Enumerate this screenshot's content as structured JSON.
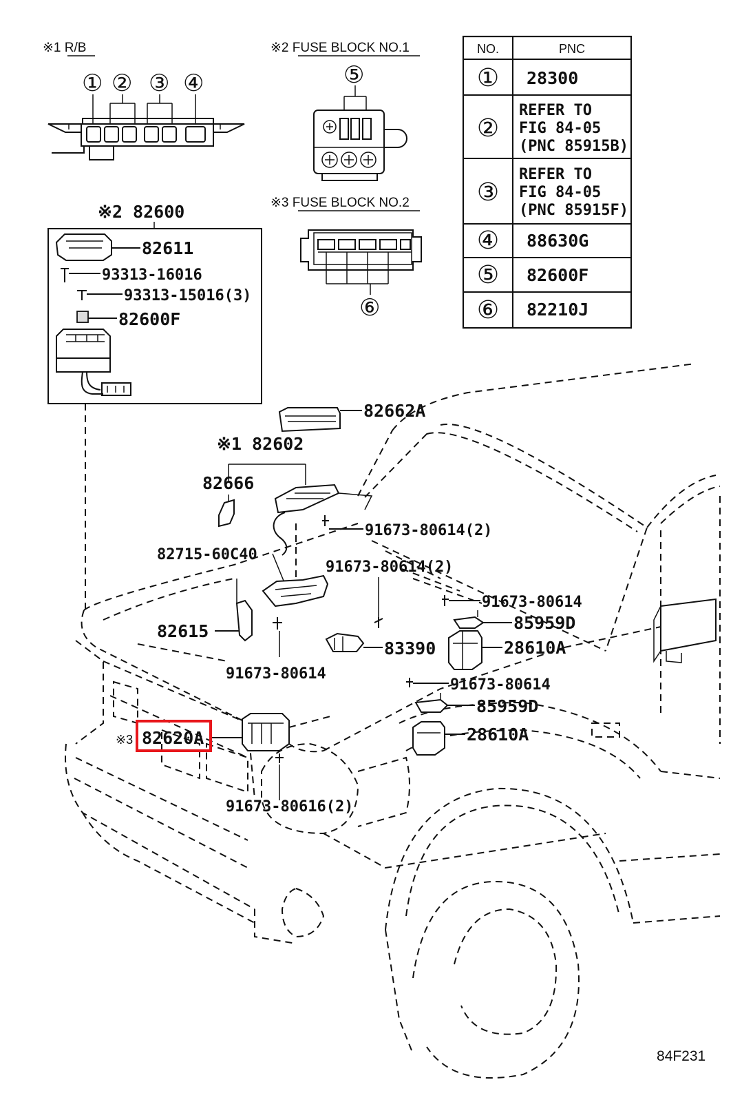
{
  "callouts": {
    "rb": "※1 R/B",
    "fuse1": "※2 FUSE BLOCK NO.1",
    "fuse2": "※3 FUSE BLOCK NO.2",
    "n1": "①",
    "n2": "②",
    "n3": "③",
    "n4": "④",
    "n5": "⑤",
    "n6": "⑥"
  },
  "box": {
    "title": "※2 82600",
    "p82611": "82611",
    "p93313a": "93313-16016",
    "p93313b": "93313-15016(3)",
    "p82600f": "82600F"
  },
  "table": {
    "col_no": "NO.",
    "col_pnc": "PNC",
    "rows": [
      {
        "no": "①",
        "lines": [
          "28300"
        ]
      },
      {
        "no": "②",
        "lines": [
          "REFER TO",
          "FIG 84-05",
          "(PNC 85915B)"
        ]
      },
      {
        "no": "③",
        "lines": [
          "REFER TO",
          "FIG 84-05",
          "(PNC 85915F)"
        ]
      },
      {
        "no": "④",
        "lines": [
          "88630G"
        ]
      },
      {
        "no": "⑤",
        "lines": [
          "82600F"
        ]
      },
      {
        "no": "⑥",
        "lines": [
          "82210J"
        ]
      }
    ]
  },
  "parts": {
    "p82662a": "82662A",
    "p82602": "※1 82602",
    "p82666": "82666",
    "p91673_2a": "91673-80614(2)",
    "p82715": "82715-60C40",
    "p91673_2b": "91673-80614(2)",
    "p91673_r1": "91673-80614",
    "p85959d_a": "85959D",
    "p82615": "82615",
    "p83390": "83390",
    "p28610a_a": "28610A",
    "p91673_l": "91673-80614",
    "p91673_r2": "91673-80614",
    "p85959d_b": "85959D",
    "p82620a_prefix": "※3",
    "p82620a": "82620A",
    "p28610a_b": "28610A",
    "p91673_80616": "91673-80616(2)"
  },
  "figure_code": "84F231",
  "colors": {
    "highlight": "#e8161b",
    "ink": "#111111"
  }
}
